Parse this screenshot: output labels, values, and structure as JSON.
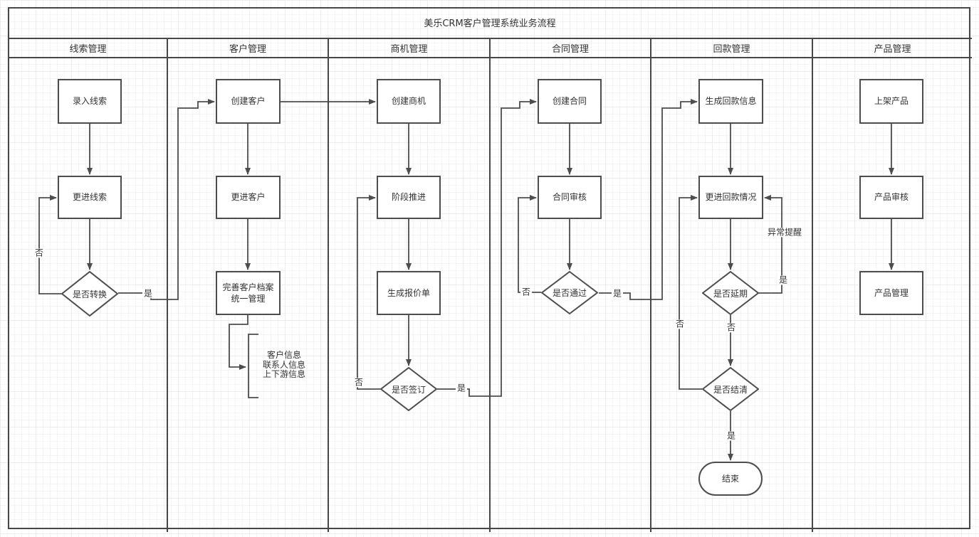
{
  "title": "美乐CRM客户管理系统业务流程",
  "lanes": [
    {
      "label": "线索管理"
    },
    {
      "label": "客户管理"
    },
    {
      "label": "商机管理"
    },
    {
      "label": "合同管理"
    },
    {
      "label": "回款管理"
    },
    {
      "label": "产品管理"
    }
  ],
  "nodes": {
    "enter_lead": "录入线索",
    "follow_lead": "更进线索",
    "is_convert": "是否转换",
    "create_customer": "创建客户",
    "follow_customer": "更进客户",
    "complete_profile": "完善客户档案\n统一管理",
    "create_opportunity": "创建商机",
    "stage_advance": "阶段推进",
    "generate_quote": "生成报价单",
    "is_signed": "是否签订",
    "create_contract": "创建合同",
    "contract_review": "合同审核",
    "is_passed": "是否通过",
    "generate_payment": "生成回款信息",
    "follow_payment": "更进回款情况",
    "is_delayed": "是否延期",
    "is_settled": "是否结清",
    "end": "结束",
    "list_product": "上架产品",
    "product_review": "产品审核",
    "product_manage": "产品管理"
  },
  "edge_labels": {
    "lead_no": "否",
    "lead_yes": "是",
    "sign_no": "否",
    "sign_yes": "是",
    "pass_no": "否",
    "pass_yes": "是",
    "delay_no": "否",
    "delay_yes": "是",
    "abnormal": "异常提醒",
    "settle_no": "否",
    "settle_yes": "是"
  },
  "annotation": {
    "lines": [
      "客户信息",
      "联系人信息",
      "上下游信息"
    ]
  },
  "colors": {
    "line": "#4d4d4d",
    "frame": "#474747",
    "node_bg": "#ffffff",
    "text": "#333333"
  }
}
